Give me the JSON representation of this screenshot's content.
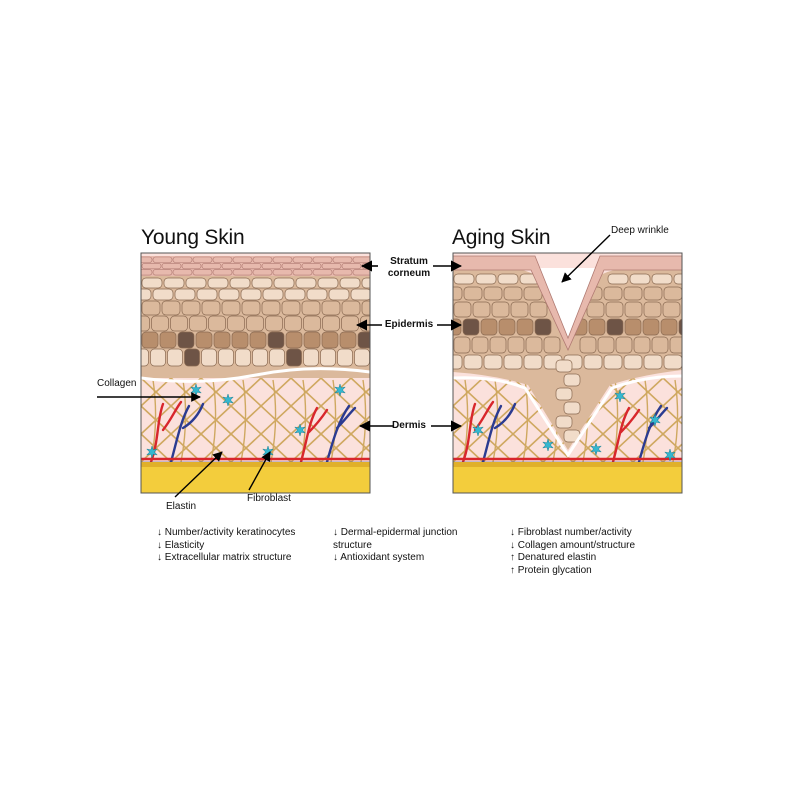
{
  "titles": {
    "young": "Young Skin",
    "aging": "Aging Skin"
  },
  "layers": {
    "stratum": [
      "Stratum",
      "corneum"
    ],
    "epidermis": "Epidermis",
    "dermis": "Dermis"
  },
  "callouts": {
    "collagen": "Collagen",
    "elastin": "Elastin",
    "fibroblast": "Fibroblast",
    "wrinkle": "Deep wrinkle"
  },
  "notes": {
    "col1": [
      "↓ Number/activity keratinocytes",
      "↓ Elasticity",
      "↓ Extracellular matrix structure"
    ],
    "col2": [
      "↓ Dermal-epidermal junction",
      "structure",
      "↓ Antioxidant system"
    ],
    "col3": [
      "↓ Fibroblast number/activity",
      "↓ Collagen amount/structure",
      "↑ Denatured elastin",
      "↑ Protein glycation"
    ]
  },
  "colors": {
    "stratum": "#e7b9ad",
    "stratum_line": "#b07a72",
    "cell_light": "#f1dcc9",
    "cell_mid": "#dbb99c",
    "cell_dark": "#b88e6c",
    "cell_line": "#8a6a52",
    "basal_dark": "#6e5446",
    "dermis": "#fbe1dc",
    "fiber": "#cfa860",
    "artery": "#d8262c",
    "vein": "#2b3b91",
    "fat": "#f3cd3c",
    "fibroblast": "#35b7cf"
  }
}
